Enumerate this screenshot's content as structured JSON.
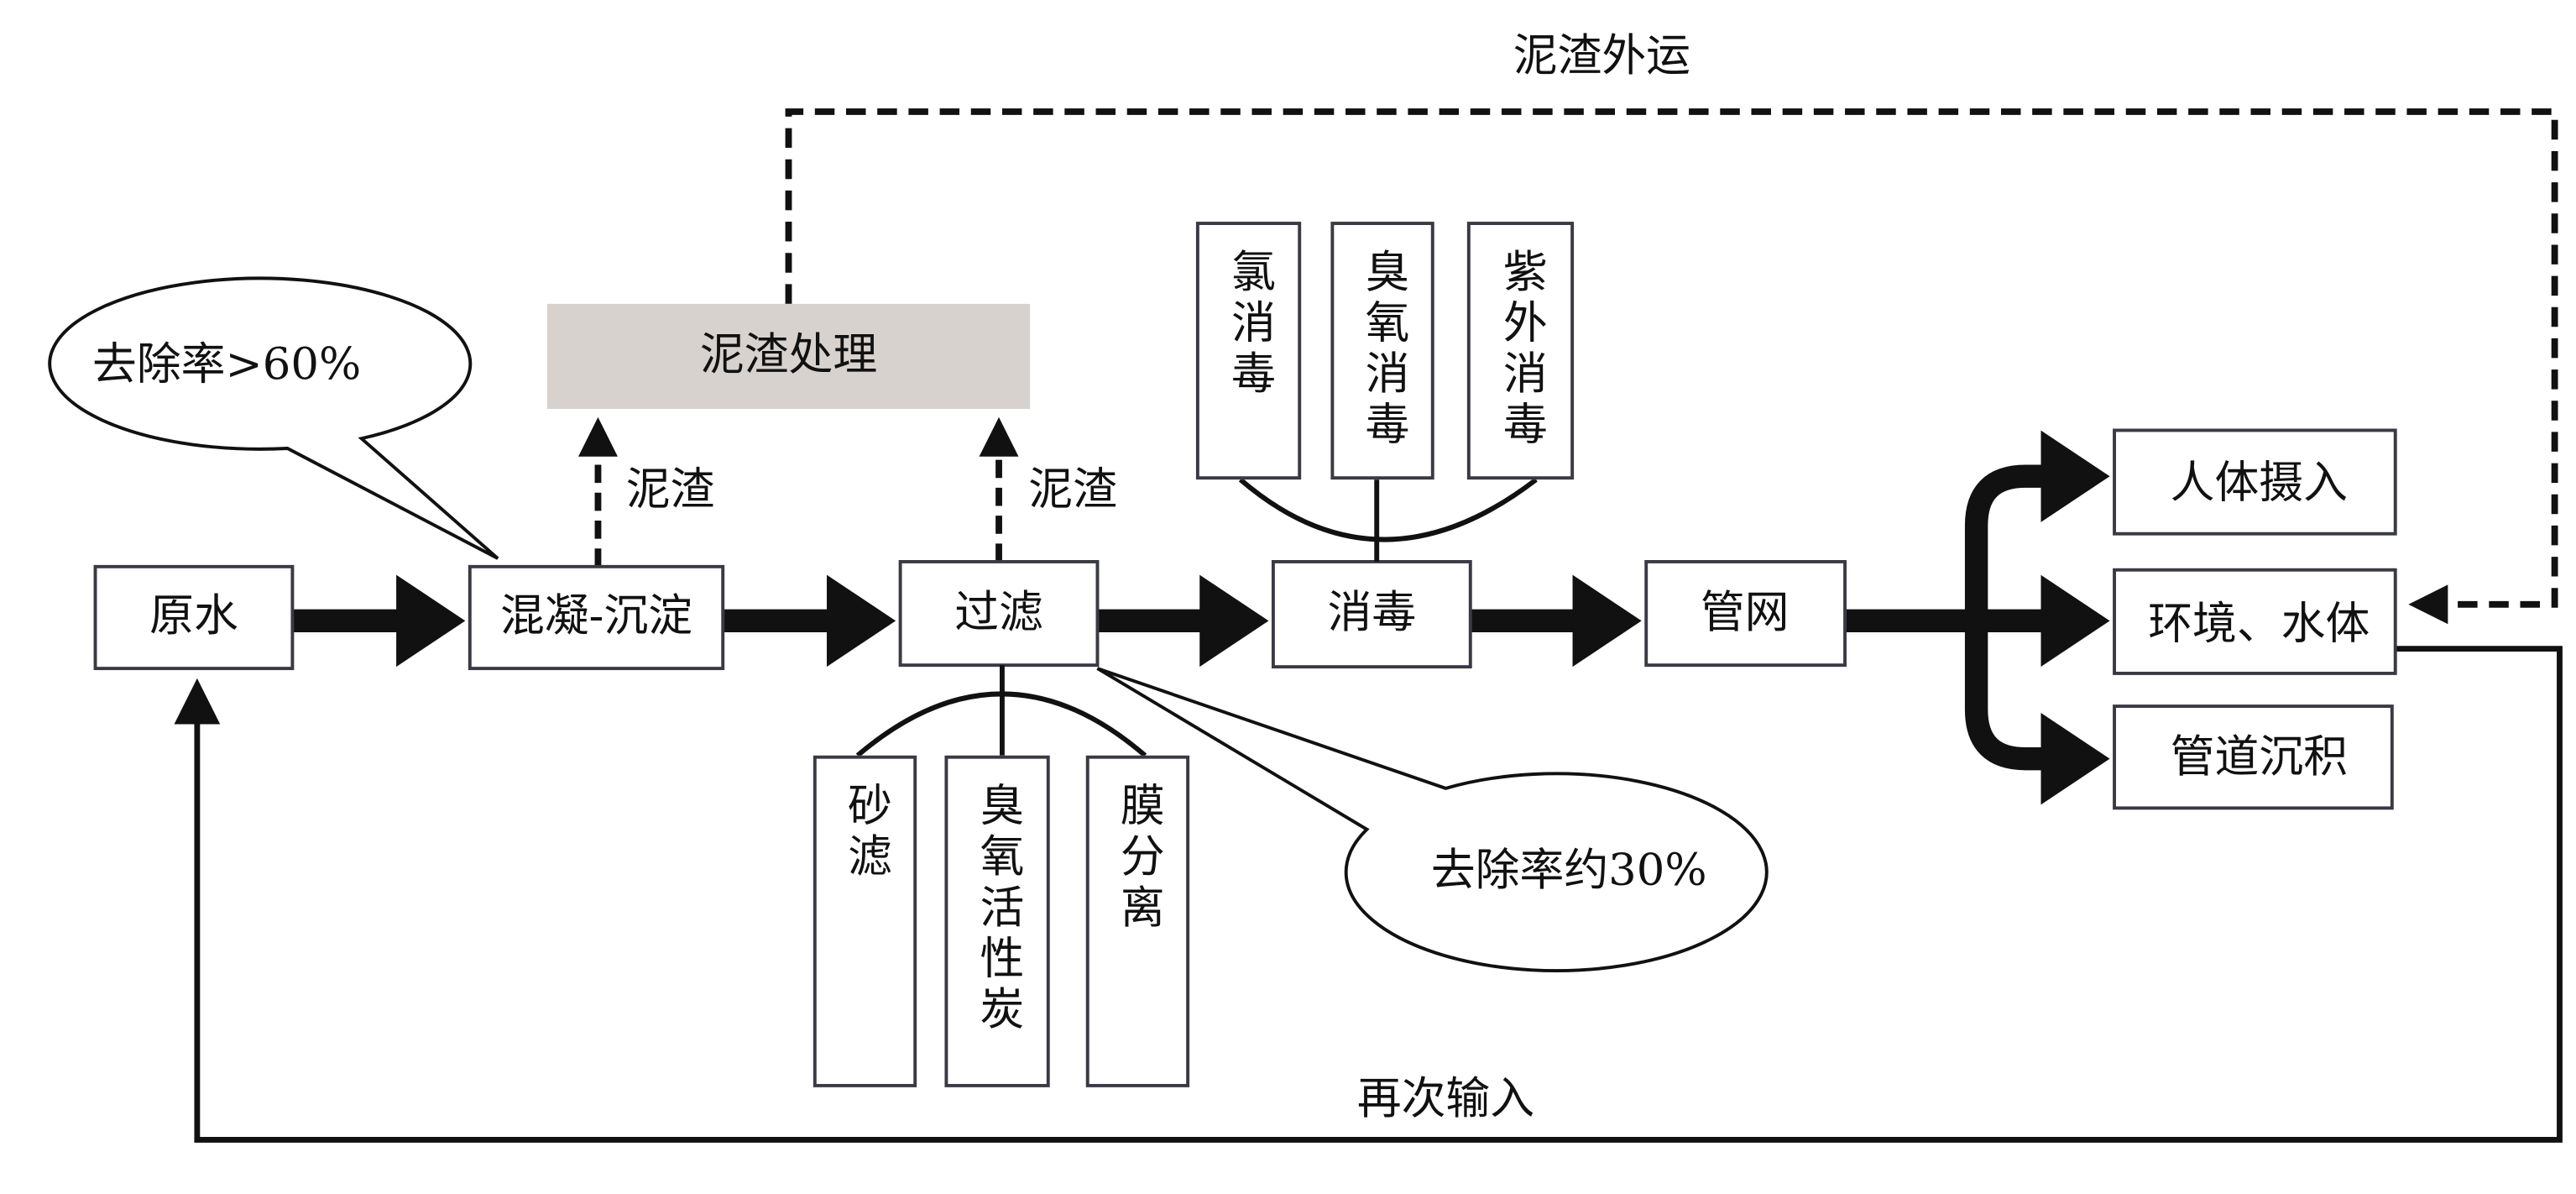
{
  "nodes": {
    "raw_water": "原水",
    "coagulation": "混凝-沉淀",
    "filtration": "过滤",
    "disinfection": "消毒",
    "pipe_network": "管网",
    "human_intake": "人体摄入",
    "environment": "环境、水体",
    "pipe_deposit": "管道沉积",
    "sludge_treatment": "泥渣处理"
  },
  "disinfection_methods": [
    "氯消毒",
    "臭氧消毒",
    "紫外消毒"
  ],
  "filtration_methods": [
    "砂滤",
    "臭氧活性炭",
    "膜分离"
  ],
  "callouts": {
    "coagulation_removal": "去除率>60%",
    "filtration_removal": "去除率约30%"
  },
  "edge_labels": {
    "sludge_1": "泥渣",
    "sludge_2": "泥渣",
    "sludge_export": "泥渣外运",
    "reinput": "再次输入"
  },
  "colors": {
    "sludge_box": "#d8d2cf",
    "line": "#111111"
  }
}
